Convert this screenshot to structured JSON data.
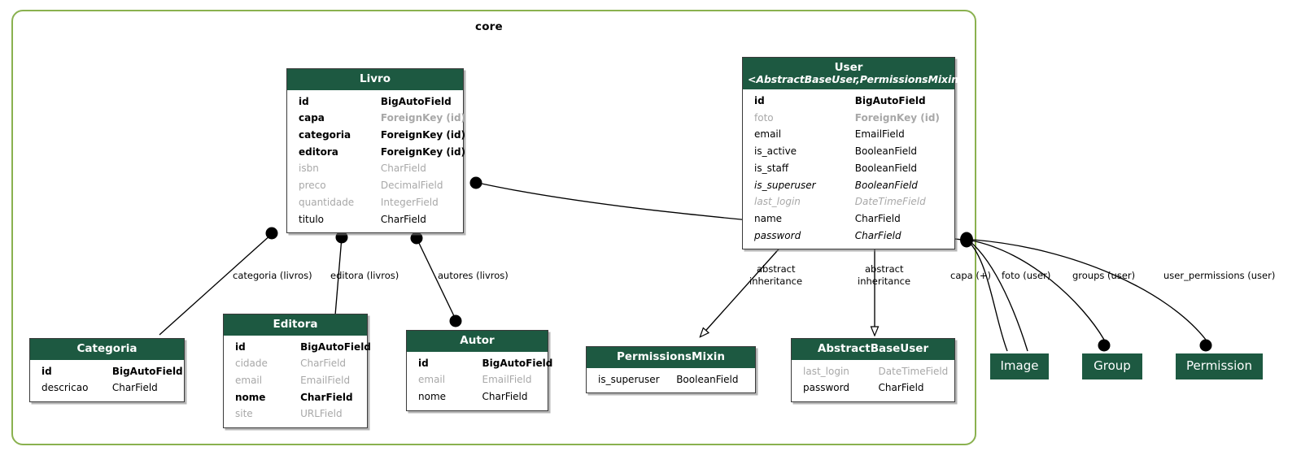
{
  "package": {
    "title": "core",
    "border_color": "#8ab14f"
  },
  "theme": {
    "header_bg": "#1d5941",
    "header_text": "#ffffff",
    "entity_border": "#3a3a3a",
    "muted_text": "#a8a8a8",
    "body_text": "#000000",
    "edge_color": "#000000"
  },
  "entities": [
    {
      "id": "livro",
      "name": "Livro",
      "stereotype": "",
      "fields": [
        {
          "name": "id",
          "type": "BigAutoField",
          "name_style": "f-bold",
          "type_style": "f-bold"
        },
        {
          "name": "capa",
          "type": "ForeignKey (id)",
          "name_style": "f-bold",
          "type_style": "f-bold-muted"
        },
        {
          "name": "categoria",
          "type": "ForeignKey (id)",
          "name_style": "f-bold",
          "type_style": "f-bold"
        },
        {
          "name": "editora",
          "type": "ForeignKey (id)",
          "name_style": "f-bold",
          "type_style": "f-bold"
        },
        {
          "name": "isbn",
          "type": "CharField",
          "name_style": "f-muted",
          "type_style": "f-muted"
        },
        {
          "name": "preco",
          "type": "DecimalField",
          "name_style": "f-muted",
          "type_style": "f-muted"
        },
        {
          "name": "quantidade",
          "type": "IntegerField",
          "name_style": "f-muted",
          "type_style": "f-muted"
        },
        {
          "name": "titulo",
          "type": "CharField",
          "name_style": "f-normal",
          "type_style": "f-normal"
        }
      ]
    },
    {
      "id": "user",
      "name": "User",
      "stereotype": "<AbstractBaseUser,PermissionsMixin>",
      "fields": [
        {
          "name": "id",
          "type": "BigAutoField",
          "name_style": "f-bold",
          "type_style": "f-bold"
        },
        {
          "name": "foto",
          "type": "ForeignKey (id)",
          "name_style": "f-muted",
          "type_style": "f-bold-muted"
        },
        {
          "name": "email",
          "type": "EmailField",
          "name_style": "f-normal",
          "type_style": "f-normal"
        },
        {
          "name": "is_active",
          "type": "BooleanField",
          "name_style": "f-normal",
          "type_style": "f-normal"
        },
        {
          "name": "is_staff",
          "type": "BooleanField",
          "name_style": "f-normal",
          "type_style": "f-normal"
        },
        {
          "name": "is_superuser",
          "type": "BooleanField",
          "name_style": "f-italic",
          "type_style": "f-italic"
        },
        {
          "name": "last_login",
          "type": "DateTimeField",
          "name_style": "f-italic-muted",
          "type_style": "f-italic-muted"
        },
        {
          "name": "name",
          "type": "CharField",
          "name_style": "f-normal",
          "type_style": "f-normal"
        },
        {
          "name": "password",
          "type": "CharField",
          "name_style": "f-italic",
          "type_style": "f-italic"
        }
      ]
    },
    {
      "id": "categoria",
      "name": "Categoria",
      "stereotype": "",
      "fields": [
        {
          "name": "id",
          "type": "BigAutoField",
          "name_style": "f-bold",
          "type_style": "f-bold"
        },
        {
          "name": "descricao",
          "type": "CharField",
          "name_style": "f-normal",
          "type_style": "f-normal"
        }
      ]
    },
    {
      "id": "editora",
      "name": "Editora",
      "stereotype": "",
      "fields": [
        {
          "name": "id",
          "type": "BigAutoField",
          "name_style": "f-bold",
          "type_style": "f-bold"
        },
        {
          "name": "cidade",
          "type": "CharField",
          "name_style": "f-muted",
          "type_style": "f-muted"
        },
        {
          "name": "email",
          "type": "EmailField",
          "name_style": "f-muted",
          "type_style": "f-muted"
        },
        {
          "name": "nome",
          "type": "CharField",
          "name_style": "f-bold",
          "type_style": "f-bold"
        },
        {
          "name": "site",
          "type": "URLField",
          "name_style": "f-muted",
          "type_style": "f-muted"
        }
      ]
    },
    {
      "id": "autor",
      "name": "Autor",
      "stereotype": "",
      "fields": [
        {
          "name": "id",
          "type": "BigAutoField",
          "name_style": "f-bold",
          "type_style": "f-bold"
        },
        {
          "name": "email",
          "type": "EmailField",
          "name_style": "f-muted",
          "type_style": "f-muted"
        },
        {
          "name": "nome",
          "type": "CharField",
          "name_style": "f-normal",
          "type_style": "f-normal"
        }
      ]
    },
    {
      "id": "permissionsmixin",
      "name": "PermissionsMixin",
      "stereotype": "",
      "fields": [
        {
          "name": "is_superuser",
          "type": "BooleanField",
          "name_style": "f-normal",
          "type_style": "f-normal"
        }
      ]
    },
    {
      "id": "abstractbaseuser",
      "name": "AbstractBaseUser",
      "stereotype": "",
      "fields": [
        {
          "name": "last_login",
          "type": "DateTimeField",
          "name_style": "f-muted",
          "type_style": "f-muted"
        },
        {
          "name": "password",
          "type": "CharField",
          "name_style": "f-normal",
          "type_style": "f-normal"
        }
      ]
    }
  ],
  "chips": [
    {
      "id": "image",
      "label": "Image"
    },
    {
      "id": "group",
      "label": "Group"
    },
    {
      "id": "permission",
      "label": "Permission"
    }
  ],
  "edge_labels": [
    {
      "id": "categoria-livros",
      "text": "categoria (livros)"
    },
    {
      "id": "editora-livros",
      "text": "editora (livros)"
    },
    {
      "id": "autores-livros",
      "text": "autores (livros)"
    },
    {
      "id": "abstract-inheritance-1a",
      "text": "abstract"
    },
    {
      "id": "abstract-inheritance-1b",
      "text": "inheritance"
    },
    {
      "id": "abstract-inheritance-2a",
      "text": "abstract"
    },
    {
      "id": "abstract-inheritance-2b",
      "text": "inheritance"
    },
    {
      "id": "capa-plus",
      "text": "capa (+)"
    },
    {
      "id": "foto-user",
      "text": "foto (user)"
    },
    {
      "id": "groups-user",
      "text": "groups (user)"
    },
    {
      "id": "user-permissions-user",
      "text": "user_permissions (user)"
    }
  ]
}
